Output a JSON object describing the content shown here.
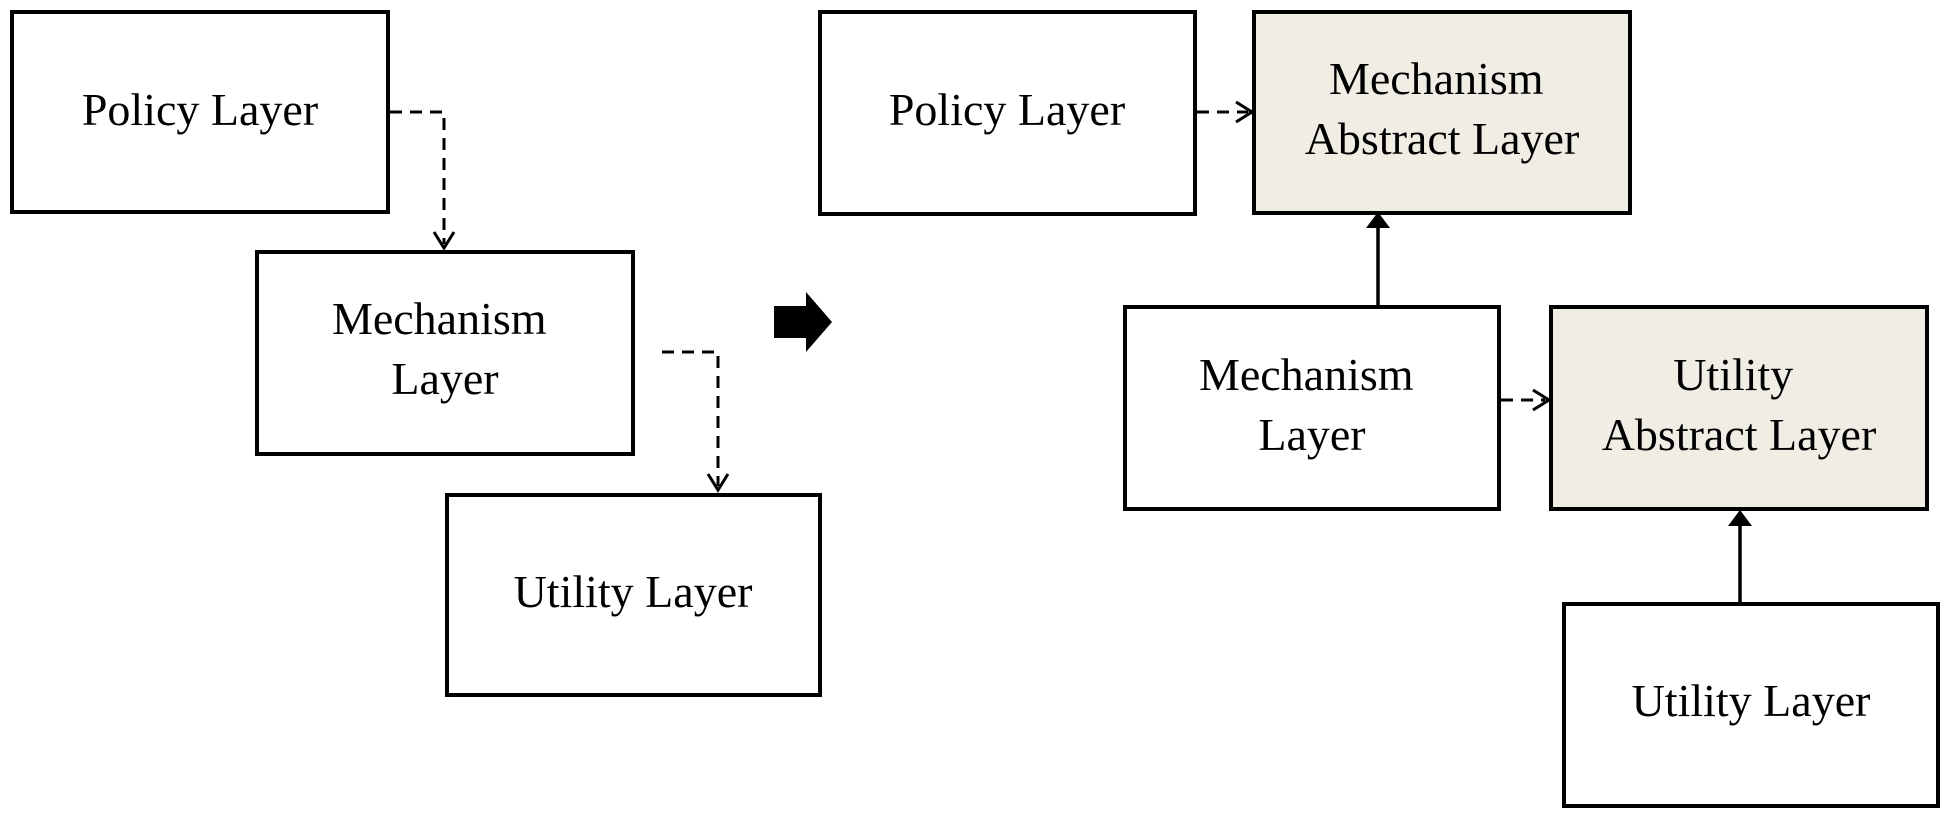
{
  "before": {
    "policy_layer": {
      "lines": [
        "Policy Layer"
      ]
    },
    "mechanism_layer": {
      "lines": [
        "Mechanism",
        "Layer"
      ]
    },
    "utility_layer": {
      "lines": [
        "Utility Layer"
      ]
    }
  },
  "after": {
    "policy_layer": {
      "lines": [
        "Policy Layer"
      ]
    },
    "mechanism_abstract_layer": {
      "lines": [
        "Mechanism",
        "Abstract Layer"
      ]
    },
    "mechanism_layer": {
      "lines": [
        "Mechanism",
        "Layer"
      ]
    },
    "utility_abstract_layer": {
      "lines": [
        "Utility",
        "Abstract Layer"
      ]
    },
    "utility_layer": {
      "lines": [
        "Utility Layer"
      ]
    }
  },
  "colors": {
    "abstract_fill": "#efede4",
    "stroke": "#000000"
  },
  "icons": {
    "transition": "right-arrow-icon"
  }
}
